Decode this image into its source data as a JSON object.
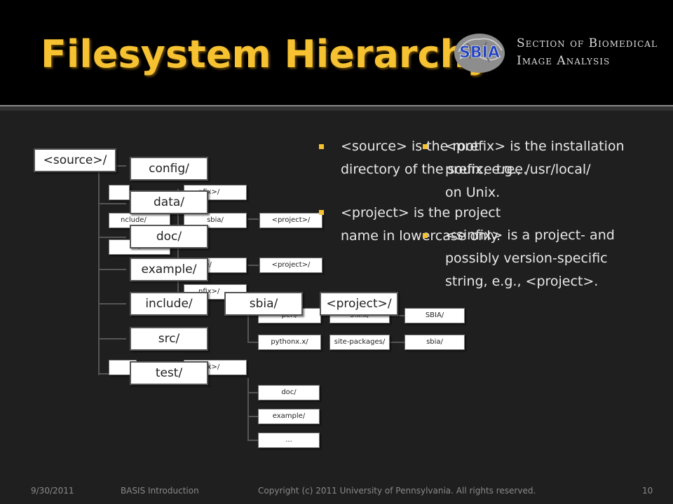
{
  "title": "Filesystem Hierarchy",
  "logo": {
    "badge": "SBIA",
    "line1": "Section of Biomedical",
    "line2": "Image Analysis"
  },
  "tree": {
    "root": "<source>/",
    "level1": [
      "config/",
      "data/",
      "doc/",
      "example/",
      "include/",
      "src/",
      "test/"
    ],
    "partially_hidden": [
      "nclude/",
      "lib/",
      "nfix>/",
      "sbia/",
      "<project>/",
      "make/",
      "<project>/",
      "nfix>/",
      "perl/",
      "5.x.x/",
      "SBIA/",
      "pythonx.x/",
      "site-packages/",
      "sbia/",
      "nfix>/",
      "doc/",
      "example/",
      "...",
      "s"
    ],
    "mid": [
      "sbia/",
      "<project>/"
    ]
  },
  "bullets_left": [
    {
      "line1": "<source> is the root",
      "line2": "directory of the source tree."
    },
    {
      "line1": "<project> is the project",
      "line2": "name in lowercase only."
    }
  ],
  "bullets_right": [
    {
      "lines": [
        "<prefix> is the installation",
        "prefix, e.g., /usr/local/",
        "on Unix."
      ]
    },
    {
      "lines": [
        "<sinfix> is a project- and",
        "possibly version-specific",
        "string, e.g., <project>."
      ]
    }
  ],
  "footer": {
    "date": "9/30/2011",
    "course": "BASIS Introduction",
    "copyright": "Copyright (c) 2011 University of Pennsylvania. All rights reserved.",
    "page": "10"
  }
}
